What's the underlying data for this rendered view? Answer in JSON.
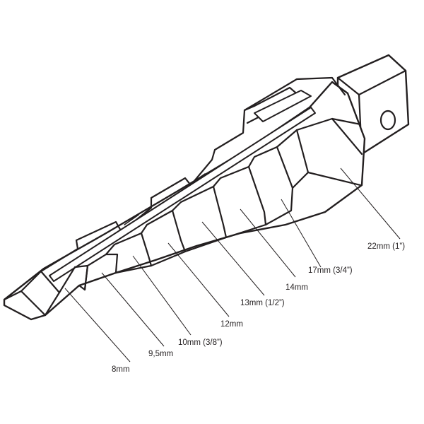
{
  "figure": {
    "subject_icon": "step-drill-bit",
    "line_color": "#231f20",
    "background_color": "#ffffff",
    "labels": [
      {
        "id": "22mm",
        "text": "22mm (1”)"
      },
      {
        "id": "17mm",
        "text": "17mm (3/4”)"
      },
      {
        "id": "14mm",
        "text": "14mm"
      },
      {
        "id": "13mm",
        "text": "13mm (1/2”)"
      },
      {
        "id": "12mm",
        "text": "12mm"
      },
      {
        "id": "10mm",
        "text": "10mm (3/8”)"
      },
      {
        "id": "9-5mm",
        "text": "9,5mm"
      },
      {
        "id": "8mm",
        "text": "8mm"
      }
    ]
  }
}
